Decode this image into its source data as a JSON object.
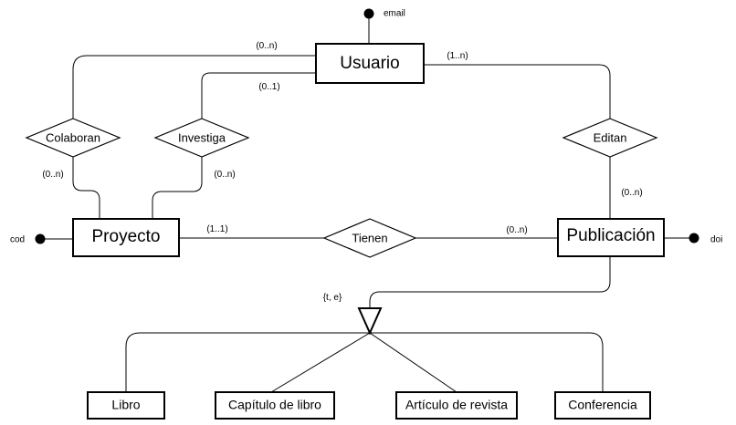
{
  "entities": {
    "usuario": "Usuario",
    "proyecto": "Proyecto",
    "publicacion": "Publicación"
  },
  "subtypes": {
    "libro": "Libro",
    "capitulo": "Capítulo de libro",
    "articulo": "Artículo de revista",
    "conferencia": "Conferencia"
  },
  "relationships": {
    "colaboran": "Colaboran",
    "investiga": "Investiga",
    "editan": "Editan",
    "tienen": "Tienen"
  },
  "attributes": {
    "email": "email",
    "cod": "cod",
    "doi": "doi"
  },
  "cardinalities": {
    "colaboran_usuario": "(0..n)",
    "colaboran_proyecto": "(0..n)",
    "investiga_usuario": "(0..1)",
    "investiga_proyecto": "(0..n)",
    "editan_usuario": "(1..n)",
    "editan_publicacion": "(0..n)",
    "tienen_proyecto": "(1..1)",
    "tienen_publicacion": "(0..n)"
  },
  "specialization": {
    "constraint": "{t, e}"
  }
}
